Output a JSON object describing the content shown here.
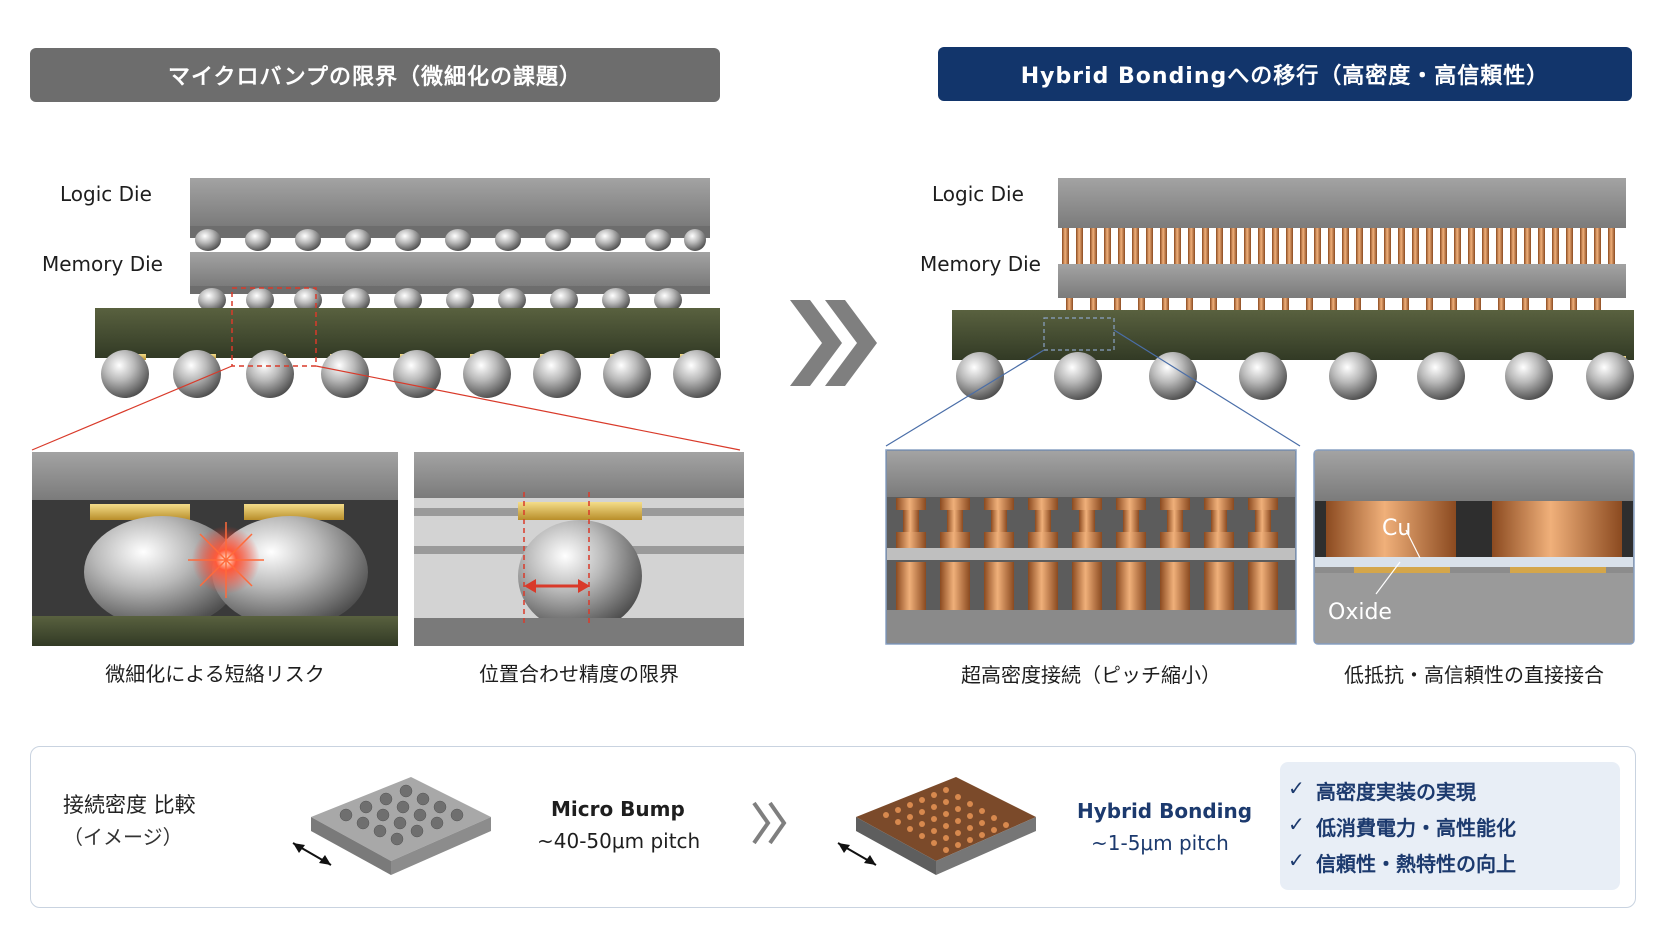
{
  "headers": {
    "left": "マイクロバンプの限界（微細化の課題）",
    "right": "Hybrid Bondingへの移行（高密度・高信頼性）"
  },
  "left_stack": {
    "logic_label": "Logic Die",
    "memory_label": "Memory Die"
  },
  "right_stack": {
    "logic_label": "Logic Die",
    "memory_label": "Memory Die"
  },
  "transition_arrow_icon": "double-chevron-right-icon",
  "captions": {
    "short_risk": "微細化による短絡リスク",
    "alignment_limit": "位置合わせ精度の限界",
    "ultra_dense": "超高密度接続（ピッチ縮小）",
    "direct_bond": "低抵抗・高信頼性の直接接合"
  },
  "material_labels": {
    "cu": "Cu",
    "oxide": "Oxide"
  },
  "comparison": {
    "title_line1": "接続密度 比較",
    "title_line2": "（イメージ）",
    "micro_bump_name": "Micro Bump",
    "micro_bump_pitch": "~40-50μm pitch",
    "hybrid_name": "Hybrid Bonding",
    "hybrid_pitch": "~1-5μm pitch"
  },
  "benefits": [
    "高密度実装の実現",
    "低消費電力・高性能化",
    "信頼性・熱特性の向上"
  ],
  "colors": {
    "left_header_bg": "#6d6d6d",
    "right_header_bg": "#12356b",
    "copper": "#c87a45",
    "die_gray": "#8e8e8e",
    "substrate_green": "#3f4a30",
    "alert_red": "#d93a2a",
    "benefit_text": "#1c3a6e"
  }
}
